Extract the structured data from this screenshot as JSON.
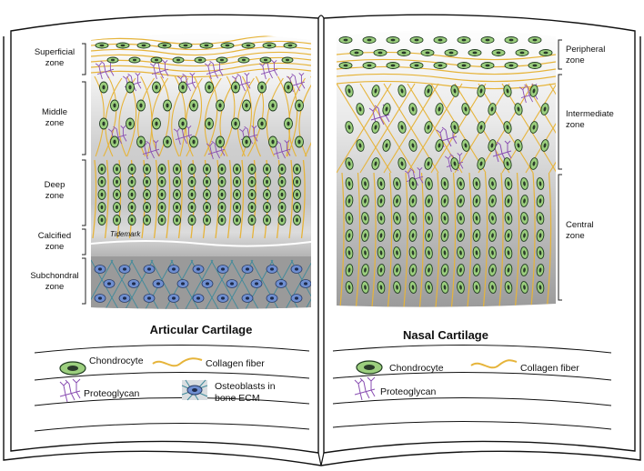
{
  "articular": {
    "title": "Articular Cartilage",
    "zones": [
      {
        "line1": "Superficial",
        "line2": "zone"
      },
      {
        "line1": "Middle",
        "line2": "zone"
      },
      {
        "line1": "Deep",
        "line2": "zone"
      },
      {
        "line1": "Calcified",
        "line2": "zone"
      },
      {
        "line1": "Subchondral",
        "line2": "zone"
      }
    ],
    "tidemark": "Tidemark",
    "legend": {
      "chondrocyte": "Chondrocyte",
      "collagen": "Collagen fiber",
      "proteoglycan": "Proteoglycan",
      "osteoblasts_line1": "Osteoblasts in",
      "osteoblasts_line2": "bone ECM"
    }
  },
  "nasal": {
    "title": "Nasal Cartilage",
    "zones": [
      {
        "line1": "Peripheral",
        "line2": "zone"
      },
      {
        "line1": "Intermediate",
        "line2": "zone"
      },
      {
        "line1": "Central",
        "line2": "zone"
      }
    ],
    "legend": {
      "chondrocyte": "Chondrocyte",
      "collagen": "Collagen fiber",
      "proteoglycan": "Proteoglycan"
    }
  },
  "colors": {
    "cell_fill": "#9ccf7e",
    "cell_stroke": "#1f3b1f",
    "collagen": "#e6b43a",
    "proteoglycan": "#8a4fb3",
    "bone_cell": "#6f8fd1",
    "bone_fiber": "#3f8a9b"
  }
}
